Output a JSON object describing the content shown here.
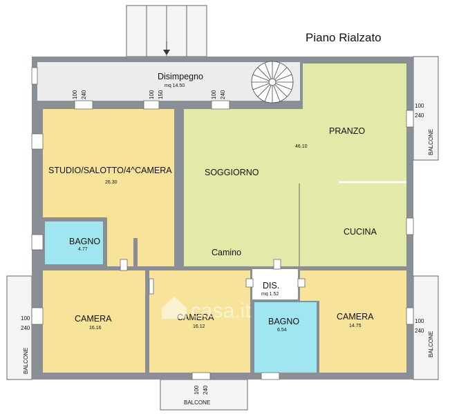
{
  "title": "Piano Rialzato",
  "watermark": "casa.it",
  "colors": {
    "wall": "#8a8f96",
    "wall_light": "#c9ccd1",
    "yellow": "#f7e39a",
    "green": "#e3e9a8",
    "blue": "#9fe6f0",
    "grey": "#ececec",
    "line": "#222222"
  },
  "rooms": {
    "disimpegno": {
      "label": "Disimpegno",
      "area": "mq 14.50"
    },
    "studio": {
      "label": "STUDIO/SALOTTO/4^CAMERA",
      "area": "26.30"
    },
    "bagno1": {
      "label": "BAGNO",
      "area": "4.77"
    },
    "pranzo": {
      "label": "PRANZO",
      "area": "46.10"
    },
    "soggiorno": {
      "label": "SOGGIORNO"
    },
    "cucina": {
      "label": "CUCINA"
    },
    "camino": {
      "label": "Camino"
    },
    "dis": {
      "label": "DIS.",
      "area": "mq 1.52"
    },
    "camera1": {
      "label": "CAMERA",
      "area": "16.16"
    },
    "camera2": {
      "label": "CAMERA",
      "area": "16.12"
    },
    "bagno2": {
      "label": "BAGNO",
      "area": "6.54"
    },
    "camera3": {
      "label": "CAMERA",
      "area": "14.75"
    }
  },
  "balconies": {
    "left": "BALCONE",
    "right_top": "BALCONE",
    "right_bottom": "BALCONE",
    "bottom": "BALCONE"
  },
  "window_dims": {
    "w1": [
      "100",
      "240"
    ],
    "w2": [
      "100",
      "150"
    ],
    "w3": [
      "100",
      "240"
    ],
    "w4": [
      "100",
      "240"
    ],
    "w5": [
      "100",
      "240"
    ],
    "w6": [
      "100",
      "240"
    ],
    "w7": [
      "100",
      "240"
    ]
  }
}
